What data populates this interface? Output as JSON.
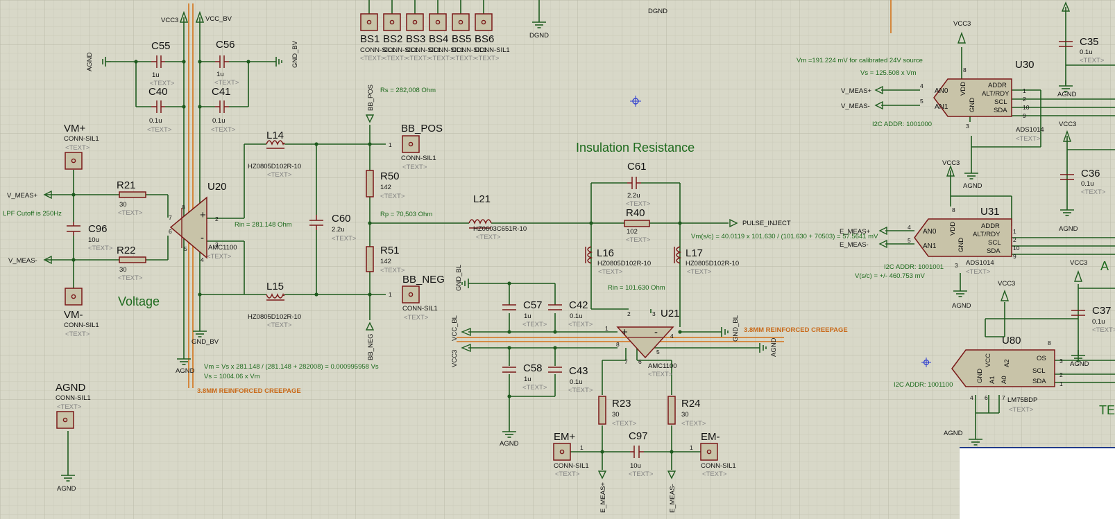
{
  "title": "Insulation Resistance",
  "section_voltage": "Voltage",
  "creepage_label": "3.8MM REINFORCED CREEPAGE",
  "text_placeholder": "<TEXT>",
  "colors": {
    "background": "#d8d8c8",
    "wire": "#1e5b1e",
    "component": "#7a1818",
    "creepage": "#d4731a",
    "note": "#1d6a1d"
  },
  "notes": {
    "lpf": "LPF Cutoff is 250Hz",
    "rin_u20": "Rin = 281.148 Ohm",
    "rs": "Rs = 282,008 Ohm",
    "rp": "Rp = 70,503 Ohm",
    "vm_eq": "Vm = Vs x 281.148 / (281.148 + 282008) = 0.000995958 Vs",
    "vs_eq": "Vs = 1004.06 x Vm",
    "vm_cal": "Vm =191.224 mV for calibrated 24V source",
    "vs_cal": "Vs = 125.508 x Vm",
    "i2c_u30": "I2C ADDR: 1001000",
    "i2c_u31": "I2C ADDR: 1001001",
    "i2c_u80": "I2C ADDR: 1001100",
    "vm_sc": "Vm(s/c) = 40.0119 x 101.630 / (101.630 + 70503) = 57.5641 mV",
    "v_sc": "V(s/c) = +/- 460.753  mV",
    "rin_u21": "Rin = 101.630 Ohm"
  },
  "nets": {
    "agnd": "AGND",
    "gnd_bv": "GND_BV",
    "vcc3": "VCC3",
    "vcc_bv": "VCC_BV",
    "dgnd": "DGND",
    "vmeas_p": "V_MEAS+",
    "vmeas_n": "V_MEAS-",
    "bb_pos": "BB_POS",
    "bb_neg": "BB_NEG",
    "pulse": "PULSE_INJECT",
    "gnd_bl": "GND_BL",
    "vcc_bl": "VCC_BL",
    "emeas_p": "E_MEAS+",
    "emeas_n": "E_MEAS-"
  },
  "connectors": {
    "vmp": {
      "ref": "VM+",
      "type": "CONN-SIL1"
    },
    "vmn": {
      "ref": "VM-",
      "type": "CONN-SIL1"
    },
    "agnd": {
      "ref": "AGND",
      "type": "CONN-SIL1"
    },
    "bbp": {
      "ref": "BB_POS",
      "type": "CONN-SIL1"
    },
    "bbn": {
      "ref": "BB_NEG",
      "type": "CONN-SIL1"
    },
    "emp": {
      "ref": "EM+",
      "type": "CONN-SIL1"
    },
    "emn": {
      "ref": "EM-",
      "type": "CONN-SIL1"
    },
    "bs": [
      {
        "ref": "BS1",
        "type": "CONN-SIL1"
      },
      {
        "ref": "BS2",
        "type": "CONN-SIL1"
      },
      {
        "ref": "BS3",
        "type": "CONN-SIL1"
      },
      {
        "ref": "BS4",
        "type": "CONN-SIL1"
      },
      {
        "ref": "BS5",
        "type": "CONN-SIL1"
      },
      {
        "ref": "BS6",
        "type": "CONN-SIL1"
      }
    ]
  },
  "caps": {
    "c55": {
      "ref": "C55",
      "val": "1u"
    },
    "c56": {
      "ref": "C56",
      "val": "1u"
    },
    "c40": {
      "ref": "C40",
      "val": "0.1u"
    },
    "c41": {
      "ref": "C41",
      "val": "0.1u"
    },
    "c96": {
      "ref": "C96",
      "val": "10u"
    },
    "c60": {
      "ref": "C60",
      "val": "2.2u"
    },
    "c61": {
      "ref": "C61",
      "val": "2.2u"
    },
    "c57": {
      "ref": "C57",
      "val": "1u"
    },
    "c42": {
      "ref": "C42",
      "val": "0.1u"
    },
    "c58": {
      "ref": "C58",
      "val": "1u"
    },
    "c43": {
      "ref": "C43",
      "val": "0.1u"
    },
    "c97": {
      "ref": "C97",
      "val": "10u"
    },
    "c35": {
      "ref": "C35",
      "val": "0.1u"
    },
    "c36": {
      "ref": "C36",
      "val": "0.1u"
    },
    "c37": {
      "ref": "C37",
      "val": "0.1u"
    }
  },
  "resistors": {
    "r21": {
      "ref": "R21",
      "val": "30"
    },
    "r22": {
      "ref": "R22",
      "val": "30"
    },
    "r50": {
      "ref": "R50",
      "val": "142"
    },
    "r51": {
      "ref": "R51",
      "val": "142"
    },
    "r40": {
      "ref": "R40",
      "val": "102"
    },
    "r23": {
      "ref": "R23",
      "val": "30"
    },
    "r24": {
      "ref": "R24",
      "val": "30"
    }
  },
  "inductors": {
    "l14": {
      "ref": "L14",
      "val": "HZ0805D102R-10"
    },
    "l15": {
      "ref": "L15",
      "val": "HZ0805D102R-10"
    },
    "l21": {
      "ref": "L21",
      "val": "HZ0603C651R-10"
    },
    "l16": {
      "ref": "L16",
      "val": "HZ0805D102R-10"
    },
    "l17": {
      "ref": "L17",
      "val": "HZ0805D102R-10"
    }
  },
  "ics": {
    "u20": {
      "ref": "U20",
      "part": "AMC1100"
    },
    "u21": {
      "ref": "U21",
      "part": "AMC1100"
    },
    "u30": {
      "ref": "U30",
      "part": "ADS1014"
    },
    "u31": {
      "ref": "U31",
      "part": "ADS1014"
    },
    "u80": {
      "ref": "U80",
      "part": "LM75BDP"
    }
  },
  "pins": {
    "an0": "AN0",
    "an1": "AN1",
    "vdd": "VDD",
    "gnd": "GND",
    "addr": "ADDR",
    "altrdy": "ALT/RDY",
    "scl": "SCL",
    "sda": "SDA",
    "vcc": "VCC",
    "a0": "A0",
    "a1": "A1",
    "a2": "A2",
    "os": "OS",
    "plus": "+",
    "minus": "-",
    "n1": "1",
    "n2": "2",
    "n3": "3",
    "n4": "4",
    "n5": "5",
    "n6": "6",
    "n7": "7",
    "n8": "8",
    "n9": "9",
    "n10": "10"
  },
  "partial_text": {
    "a": "A",
    "te": "TE"
  }
}
